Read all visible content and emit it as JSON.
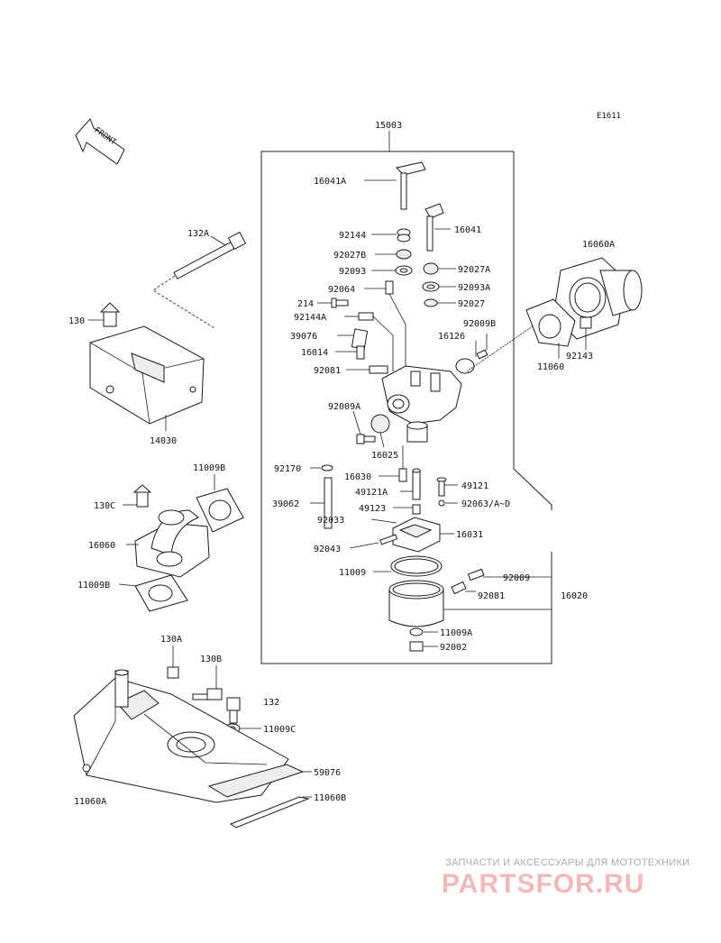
{
  "diagram_code": "E1611",
  "front_label": "FRONT",
  "assembly_label": "15003",
  "labels": {
    "p16041A": "16041A",
    "p16041": "16041",
    "p92144": "92144",
    "p92027B": "92027B",
    "p92027A": "92027A",
    "p92093": "92093",
    "p92093A": "92093A",
    "p92064": "92064",
    "p92027": "92027",
    "p214": "214",
    "p92144A": "92144A",
    "p92009B": "92009B",
    "p39076": "39076",
    "p16014": "16014",
    "p16126": "16126",
    "p92081a": "92081",
    "p92009A": "92009A",
    "p16025": "16025",
    "p92170": "92170",
    "p16030": "16030",
    "p49121": "49121",
    "p49121A": "49121A",
    "p39062": "39062",
    "p92063": "92063/A~D",
    "p49123": "49123",
    "p92033": "92033",
    "p16031": "16031",
    "p92043": "92043",
    "p11009": "11009",
    "p92009": "92009",
    "p92081b": "92081",
    "p16020": "16020",
    "p11009A": "11009A",
    "p92002": "92002",
    "p16060A": "16060A",
    "p92143": "92143",
    "p11060": "11060",
    "p132A": "132A",
    "p130": "130",
    "p14030": "14030",
    "p11009B_top": "11009B",
    "p130C": "130C",
    "p16060": "16060",
    "p11009B": "11009B",
    "p130A": "130A",
    "p130B": "130B",
    "p132": "132",
    "p11009C": "11009C",
    "p59076": "59076",
    "p11060A": "11060A",
    "p11060B": "11060B"
  },
  "watermark": {
    "caption": "ЗАПЧАСТИ И АКСЕССУАРЫ ДЛЯ МОТОТЕХНИКИ",
    "brand": "PARTSFOR.RU"
  }
}
